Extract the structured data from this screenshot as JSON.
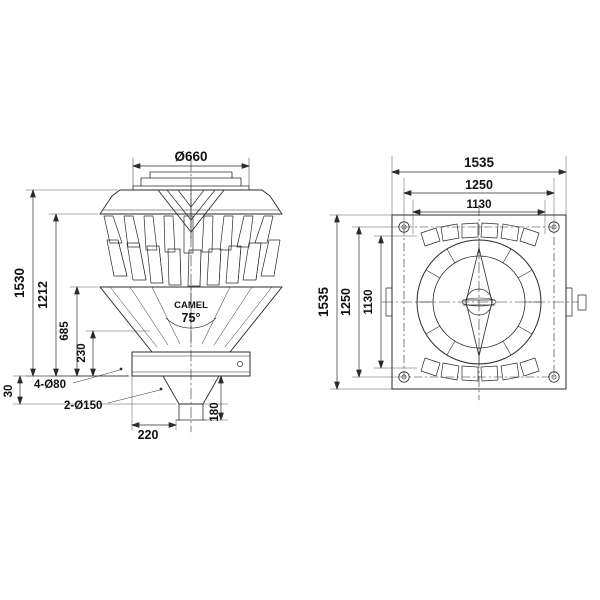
{
  "drawing": {
    "title": "multihead-weigher-dimension-drawing",
    "background_color": "#ffffff",
    "line_color": "#2b2b2b",
    "text_color": "#111111"
  },
  "front_view": {
    "name": "front-elevation",
    "dimensions": {
      "top_diameter": "Ø660",
      "overall_height": "1530",
      "body_height": "1212",
      "mid_height": "685",
      "lower_height": "230",
      "base_height": "30",
      "cone_angle": "75°",
      "hole_note_4": "4-Ø80",
      "hole_note_2": "2-Ø150",
      "base_width": "220",
      "outlet_height": "180",
      "brand_mark": "CAMEL"
    }
  },
  "top_view": {
    "name": "plan-view",
    "dimensions": {
      "outer_width": "1535",
      "bolt_width": "1250",
      "inner_width": "1130",
      "outer_depth": "1535",
      "bolt_depth": "1250",
      "inner_depth": "1130"
    }
  }
}
